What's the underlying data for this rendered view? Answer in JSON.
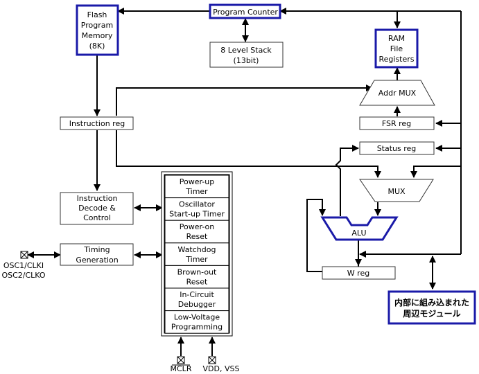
{
  "blocks": {
    "flash": [
      "Flash",
      "Program",
      "Memory",
      "(8K)"
    ],
    "program_counter": "Program Counter",
    "stack": [
      "8 Level Stack",
      "(13bit)"
    ],
    "ram": [
      "RAM",
      "File",
      "Registers"
    ],
    "addr_mux": "Addr MUX",
    "instruction_reg": "Instruction reg",
    "fsr_reg": "FSR reg",
    "status_reg": "Status reg",
    "mux": "MUX",
    "alu": "ALU",
    "w_reg": "W reg",
    "decode": [
      "Instruction",
      "Decode &",
      "Control"
    ],
    "timing": [
      "Timing",
      "Generation"
    ],
    "internal": [
      "内部に組み込まれた",
      "周辺モジュール"
    ]
  },
  "control_stack": [
    [
      "Power-up",
      "Timer"
    ],
    [
      "Oscillator",
      "Start-up Timer"
    ],
    [
      "Power-on",
      "Reset"
    ],
    [
      "Watchdog",
      "Timer"
    ],
    [
      "Brown-out",
      "Reset"
    ],
    [
      "In-Circuit",
      "Debugger"
    ],
    [
      "Low-Voltage",
      "Programming"
    ]
  ],
  "pins": {
    "osc1": "OSC1/CLKI",
    "osc2": "OSC2/CLKO",
    "mclr": "MCLR",
    "vdd": "VDD, VSS"
  }
}
